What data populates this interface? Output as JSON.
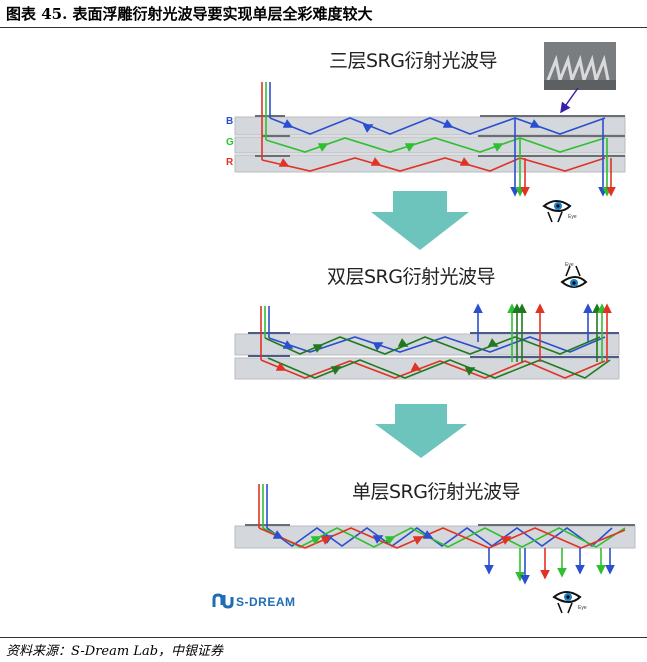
{
  "figure": {
    "title": "图表 45. 表面浮雕衍射光波导要实现单层全彩难度较大",
    "source": "资料来源：S-Dream Lab，中银证券"
  },
  "sections": [
    {
      "label": "三层SRG衍射光波导",
      "layers": [
        "B",
        "G",
        "R"
      ]
    },
    {
      "label": "双层SRG衍射光波导"
    },
    {
      "label": "单层SRG衍射光波导"
    }
  ],
  "eye_caption": "Eye",
  "logo": {
    "text": "S-DREAM"
  },
  "colors": {
    "blue": "#2a4fcf",
    "green": "#2fc02f",
    "red": "#e03325",
    "dark_green": "#1f7a1f",
    "arrow_teal": "#6cc4bd",
    "waveguide": "#d4d7db",
    "grating": "#6a6e74",
    "logo_blue": "#1f6db5"
  }
}
